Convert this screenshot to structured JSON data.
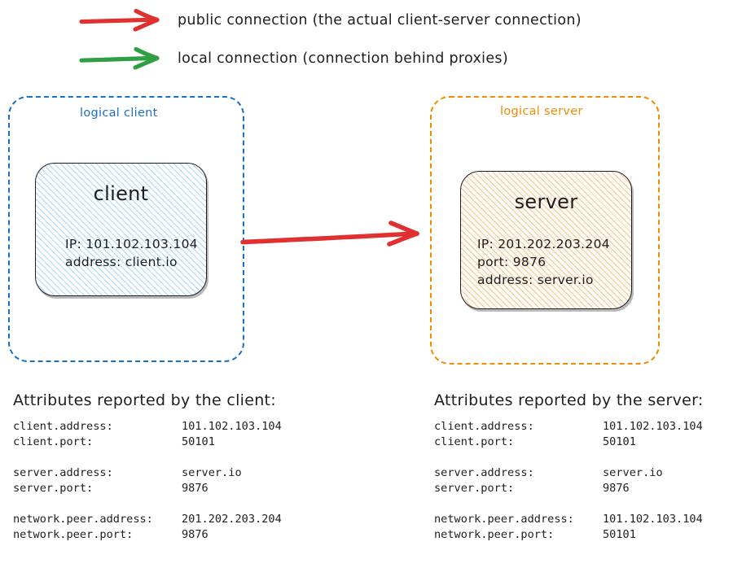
{
  "legend": {
    "items": [
      {
        "icon": "red-arrow-icon",
        "color": "#e03131",
        "label": "public connection (the actual client-server connection)"
      },
      {
        "icon": "green-arrow-icon",
        "color": "#2f9e44",
        "label": "local connection (connection behind proxies)"
      }
    ]
  },
  "diagram": {
    "client_group": {
      "label": "logical client",
      "border_color": "#1971c2",
      "node": {
        "title": "client",
        "fill_color": "#a9d6f5",
        "details": "IP: 101.102.103.104\naddress: client.io"
      }
    },
    "server_group": {
      "label": "logical server",
      "border_color": "#f08c00",
      "node": {
        "title": "server",
        "fill_color": "#f2c79a",
        "details": "IP: 201.202.203.204\nport: 9876\naddress: server.io"
      }
    },
    "connection": {
      "icon": "red-arrow-icon",
      "color": "#e03131",
      "kind": "public connection"
    }
  },
  "attributes": {
    "client_panel": {
      "heading": "Attributes reported by the client:",
      "rows": [
        {
          "key": "client.address:",
          "value": "101.102.103.104"
        },
        {
          "key": "client.port:",
          "value": "50101"
        },
        {
          "key": "",
          "value": ""
        },
        {
          "key": "server.address:",
          "value": "server.io"
        },
        {
          "key": "server.port:",
          "value": "9876"
        },
        {
          "key": "",
          "value": ""
        },
        {
          "key": "network.peer.address:",
          "value": "201.202.203.204"
        },
        {
          "key": "network.peer.port:",
          "value": "9876"
        }
      ]
    },
    "server_panel": {
      "heading": "Attributes reported by the server:",
      "rows": [
        {
          "key": "client.address:",
          "value": "101.102.103.104"
        },
        {
          "key": "client.port:",
          "value": "50101"
        },
        {
          "key": "",
          "value": ""
        },
        {
          "key": "server.address:",
          "value": "server.io"
        },
        {
          "key": "server.port:",
          "value": "9876"
        },
        {
          "key": "",
          "value": ""
        },
        {
          "key": "network.peer.address:",
          "value": "101.102.103.104"
        },
        {
          "key": "network.peer.port:",
          "value": "50101"
        }
      ]
    }
  }
}
